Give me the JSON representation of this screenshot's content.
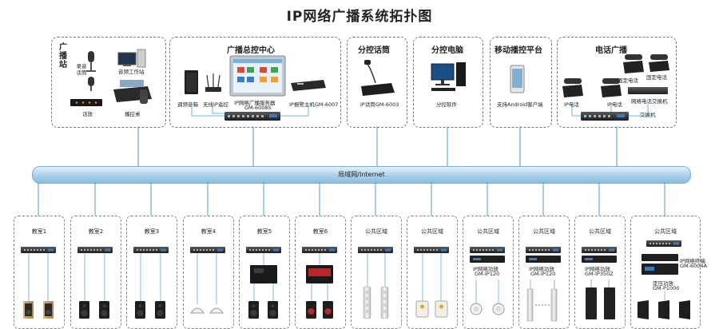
{
  "title": "IP网络广播系统拓扑图",
  "bus_label": "局域网/Internet",
  "groups": {
    "broadcast_station": {
      "title": "广播站",
      "labels": [
        "录音话筒",
        "音频工作站",
        "话放",
        "播控桌"
      ]
    },
    "control_center": {
      "title": "广播总控中心",
      "labels": [
        "调频音箱",
        "无线IP遥控",
        "IP网络广播服务器",
        "GM-6008S",
        "IP报警主机GM-6007"
      ]
    },
    "mic_station": {
      "title": "分控话筒",
      "labels": [
        "IP话筒GM-6003"
      ]
    },
    "sub_pc": {
      "title": "分控电脑",
      "labels": [
        "分控软件"
      ]
    },
    "mobile": {
      "title": "移动播控平台",
      "labels": [
        "支持Android客户端"
      ]
    },
    "telephone": {
      "title": "电话广播",
      "labels": [
        "IP电话",
        "IP电话",
        "固定电话",
        "固定电话",
        "网络电话交换机",
        "交换机"
      ]
    }
  },
  "zones": [
    {
      "title": "教室1",
      "extra": []
    },
    {
      "title": "教室2",
      "extra": []
    },
    {
      "title": "教室3",
      "extra": []
    },
    {
      "title": "教室4",
      "extra": []
    },
    {
      "title": "教室5",
      "extra": []
    },
    {
      "title": "教室6",
      "extra": []
    },
    {
      "title": "公共区域",
      "extra": []
    },
    {
      "title": "公共区域",
      "extra": []
    },
    {
      "title": "公共区域",
      "extra": [
        "IP网络功放",
        "GM-IP120"
      ]
    },
    {
      "title": "公共区域",
      "extra": [
        "IP网络功放",
        "GM-IP120"
      ]
    },
    {
      "title": "公共区域",
      "extra": [
        "IP网络功放",
        "GM-IP350Z"
      ]
    },
    {
      "title": "公共区域",
      "extra": [
        "IP网络终端",
        "GM-6004A",
        "定压功放",
        "GM-P1000"
      ]
    }
  ],
  "colors": {
    "bus": "#a9cfea",
    "line": "#4a9fd6",
    "device_dark": "#2b2b2b",
    "device_red": "#b7282e",
    "speaker_wood": "#c9a468"
  }
}
